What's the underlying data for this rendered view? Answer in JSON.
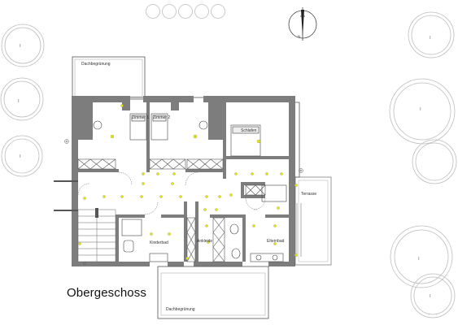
{
  "title": "Obergeschoss",
  "rooms": {
    "roof_top": "Dachbegrünung",
    "zimmer1": "Zimmer 1",
    "zimmer2": "Zimmer 2",
    "schlafen": "Schlafen",
    "terrasse": "Terrasse",
    "kinderbad": "Kinderbad",
    "ankleide": "Ankleide",
    "elternbad": "Elternbad",
    "roof_bottom": "Dachbegrünung"
  },
  "colors": {
    "wall": "#7d7d7d",
    "line": "#555555",
    "fixture": "#e6e60a",
    "tree": "#bdbdbd"
  }
}
